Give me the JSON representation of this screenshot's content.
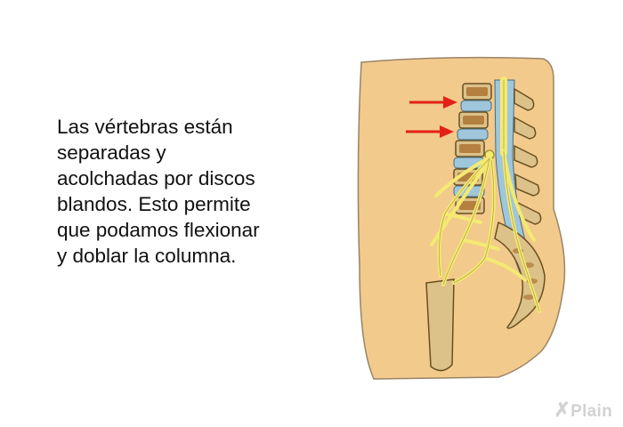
{
  "caption": {
    "lines": [
      "Las vértebras están",
      "separadas y",
      "acolchadas por discos",
      "blandos. Esto permite",
      "que podamos flexionar",
      "y doblar la columna."
    ]
  },
  "illustration": {
    "arrow_count": 2,
    "vertebra_count": 5,
    "colors": {
      "skin": "#f2ca8c",
      "skin_outline": "#9a8466",
      "bone": "#dcc189",
      "bone_outline": "#6a5020",
      "disc": "#9fc6da",
      "nerve": "#f4ea72",
      "arrow": "#e32119"
    }
  },
  "brand": {
    "icon": "x-plain-logo-icon",
    "text": "Plain"
  }
}
